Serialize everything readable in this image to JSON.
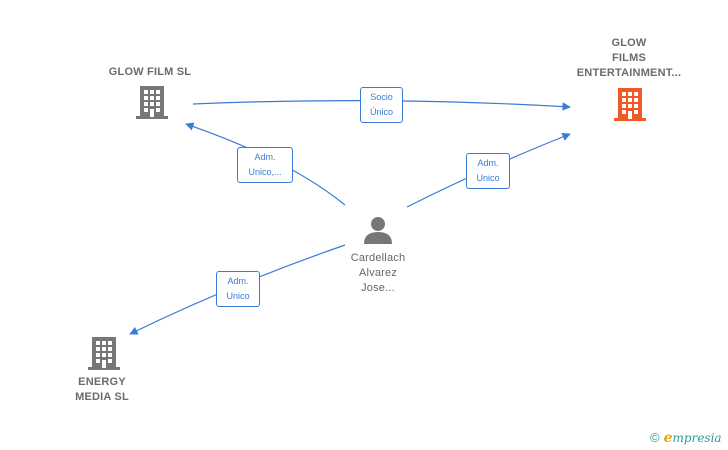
{
  "colors": {
    "edge": "#3a7bd5",
    "company": "#777777",
    "company_highlight": "#f05a28",
    "person": "#777777",
    "label_text": "#6b6b6b"
  },
  "nodes": {
    "glow_film": {
      "label": "GLOW FILM  SL",
      "icon": "building-icon"
    },
    "glow_films_ent": {
      "label": "GLOW\nFILMS\nENTERTAINMENT...",
      "icon": "building-icon"
    },
    "cardellach": {
      "label": "Cardellach\nAlvarez\nJose...",
      "icon": "person-icon"
    },
    "energy_media": {
      "label": "ENERGY\nMEDIA  SL",
      "icon": "building-icon"
    }
  },
  "edges": {
    "socio_unico": {
      "label": "Socio\nÚnico"
    },
    "adm_unico_glow_film": {
      "label": "Adm.\nUnico,..."
    },
    "adm_unico_glow_films": {
      "label": "Adm.\nUnico"
    },
    "adm_unico_energy": {
      "label": "Adm.\nUnico"
    }
  },
  "watermark": {
    "copyright": "©",
    "brand_initial": "e",
    "brand_rest": "mpresia"
  }
}
